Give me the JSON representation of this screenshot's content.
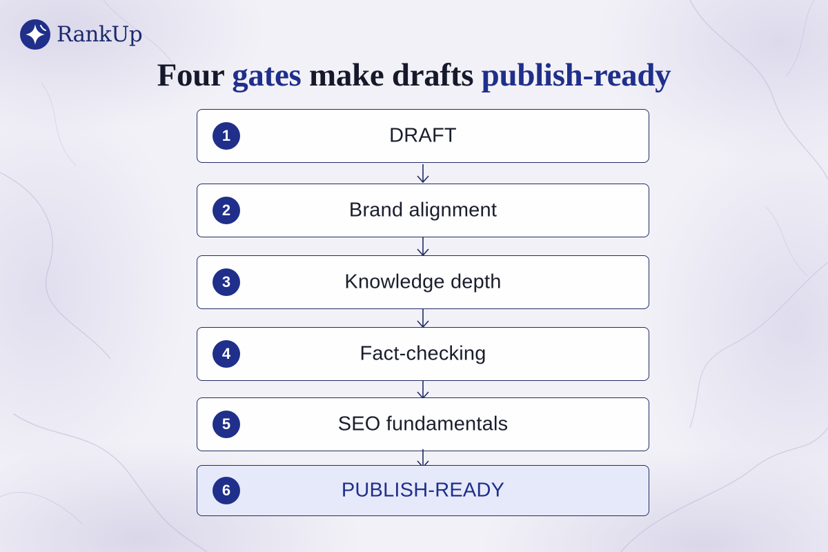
{
  "brand": {
    "name": "RankUp",
    "icon": "star-in-circle-icon",
    "color": "#1f2f8a"
  },
  "title": {
    "part1": "Four ",
    "accent1": "gates",
    "part2": " make drafts ",
    "accent2": "publish-ready"
  },
  "colors": {
    "accent": "#1f2f8a",
    "border": "#1f2b63",
    "text": "#1a1d2b",
    "final_fill": "#e6e9fa"
  },
  "steps": [
    {
      "number": "1",
      "label": "DRAFT"
    },
    {
      "number": "2",
      "label": "Brand alignment"
    },
    {
      "number": "3",
      "label": "Knowledge depth"
    },
    {
      "number": "4",
      "label": "Fact-checking"
    },
    {
      "number": "5",
      "label": "SEO fundamentals"
    },
    {
      "number": "6",
      "label": "PUBLISH-READY"
    }
  ]
}
